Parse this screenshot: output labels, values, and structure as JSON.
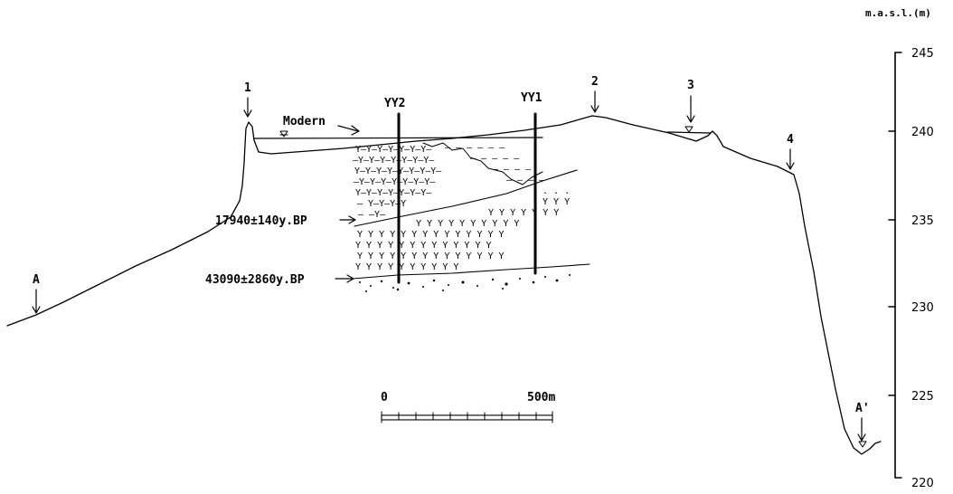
{
  "axis": {
    "unit_label": "m.a.s.l.(m)",
    "ticks": [
      "245",
      "240",
      "235",
      "230",
      "225",
      "220"
    ]
  },
  "markers": {
    "m1": "1",
    "m2": "2",
    "m3": "3",
    "m4": "4",
    "a_start": "A",
    "a_end": "A'"
  },
  "boreholes": {
    "yy2": "YY2",
    "yy1": "YY1"
  },
  "labels": {
    "modern": "Modern",
    "date_upper": "17940±140y.BP",
    "date_lower": "43090±2860y.BP"
  },
  "scale_bar": {
    "start": "0",
    "end": "500m"
  }
}
